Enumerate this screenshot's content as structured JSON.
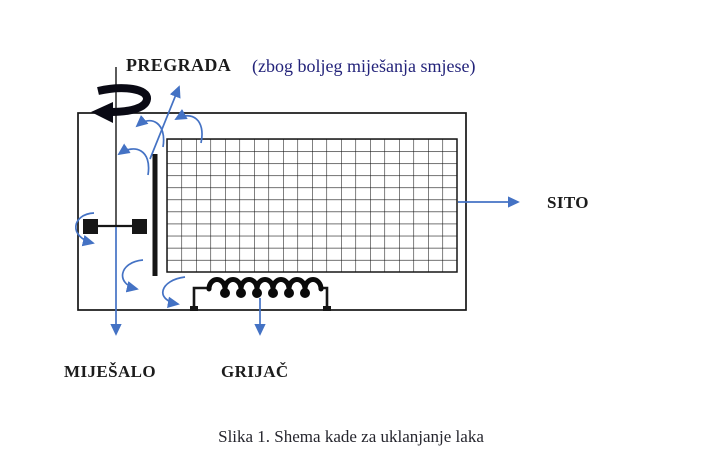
{
  "figure": {
    "labels": {
      "pregrada": "PREGRADA",
      "pregrada_note": "(zbog boljeg miješanja smjese)",
      "sito": "SITO",
      "mijesalo": "MIJEŠALO",
      "grijac": "GRIJAČ"
    },
    "caption": "Slika 1. Shema kade za uklanjanje laka",
    "graphics": {
      "rotation_arrow": "rotation-arrow-icon",
      "flow_arcs_count": 6,
      "mesh_grid": {
        "columns": 20,
        "rows": 11
      }
    },
    "colors": {
      "arrow_blue": "#4472C4",
      "line_black": "#161616",
      "note_text": "#23237a",
      "label_text": "#1c1c1c",
      "caption_text": "#26262e",
      "background": "#ffffff"
    }
  }
}
